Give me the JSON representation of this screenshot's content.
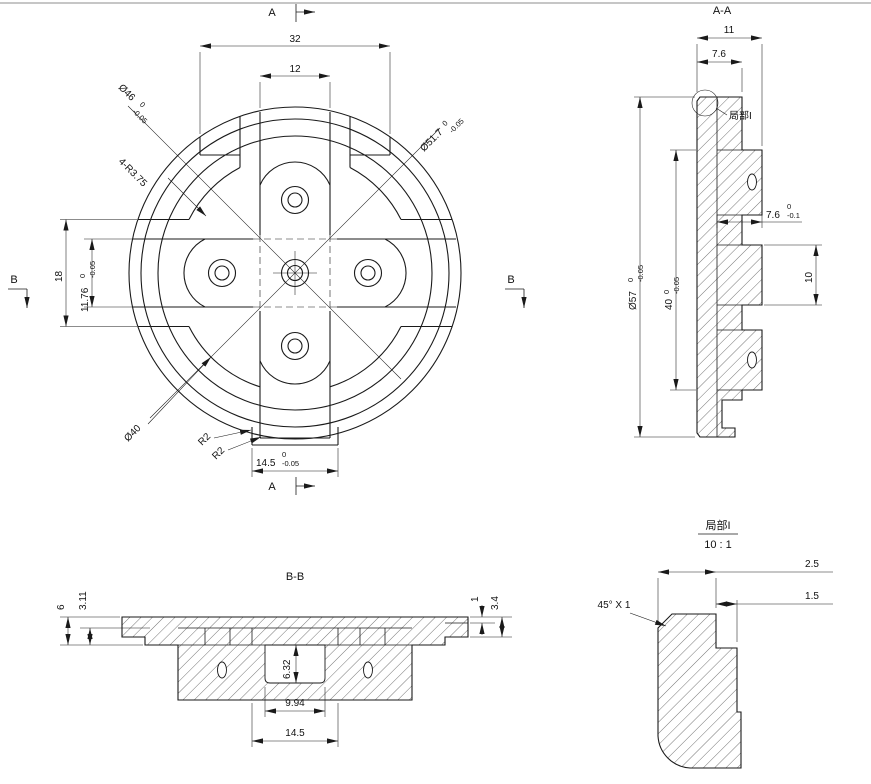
{
  "front": {
    "marker_top": "A",
    "marker_bottom": "A",
    "marker_left": "B",
    "marker_right": "B",
    "dims": {
      "w32": "32",
      "w12": "12",
      "d46": {
        "v": "Ø46",
        "hi": "0",
        "lo": "-0.05"
      },
      "d517": {
        "v": "Ø51.7",
        "hi": "0",
        "lo": "-0.05"
      },
      "r375": "4-R3.75",
      "h18": "18",
      "h1176": {
        "v": "11.76",
        "hi": "0",
        "lo": "-0.05"
      },
      "d40": "Ø40",
      "r2a": "R2",
      "r2b": "R2",
      "w145": {
        "v": "14.5",
        "hi": "0",
        "lo": "-0.05"
      }
    }
  },
  "section_aa": {
    "title": "A-A",
    "callout": "局部I",
    "dims": {
      "w11": "11",
      "w76": "7.6",
      "d57": {
        "v": "Ø57",
        "hi": "0",
        "lo": "-0.05"
      },
      "h40": {
        "v": "40",
        "hi": "0",
        "lo": "-0.05"
      },
      "d76": {
        "v": "7.6",
        "hi": "0",
        "lo": "-0.1"
      },
      "h10": "10"
    }
  },
  "section_bb": {
    "title": "B-B",
    "dims": {
      "h6": "6",
      "h311": "3.11",
      "h1": "1",
      "h34": "3.4",
      "h632": "6.32",
      "w994": "9.94",
      "w145": "14.5"
    }
  },
  "detail": {
    "title": "局部I",
    "scale": "10 : 1",
    "dims": {
      "w25": "2.5",
      "w15": "1.5",
      "chamfer": "45° X 1"
    }
  }
}
